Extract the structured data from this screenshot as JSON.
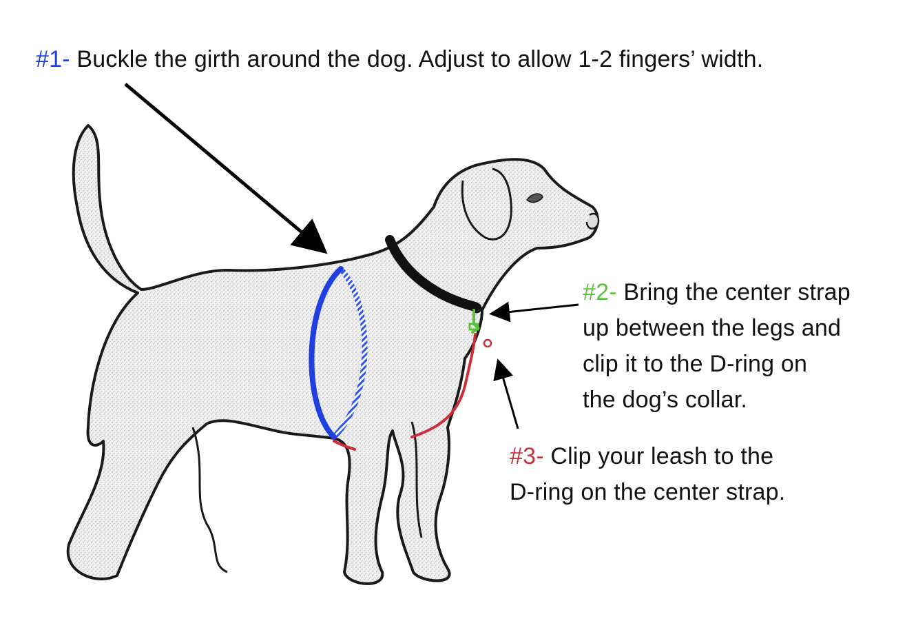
{
  "steps": [
    {
      "number": "#1-",
      "color": "#1f3fe0",
      "lines": [
        "Buckle the girth around the dog. Adjust to allow 1-2 fingers’ width."
      ]
    },
    {
      "number": "#2-",
      "color": "#5cc23a",
      "lines": [
        "Bring the center strap",
        "up between the legs and",
        "clip it to the D-ring on",
        "the dog’s collar."
      ]
    },
    {
      "number": "#3-",
      "color": "#cc2f3a",
      "lines": [
        "Clip your leash to the",
        "D-ring on the center strap."
      ]
    }
  ],
  "colors": {
    "girth": "#1f3fe0",
    "center_strap": "#5cc23a",
    "leash_strap": "#cc2f3a",
    "collar": "#111111",
    "dog_fill": "#ececec",
    "outline": "#1a1a1a"
  },
  "icons": [
    "dog-illustration",
    "arrow"
  ]
}
